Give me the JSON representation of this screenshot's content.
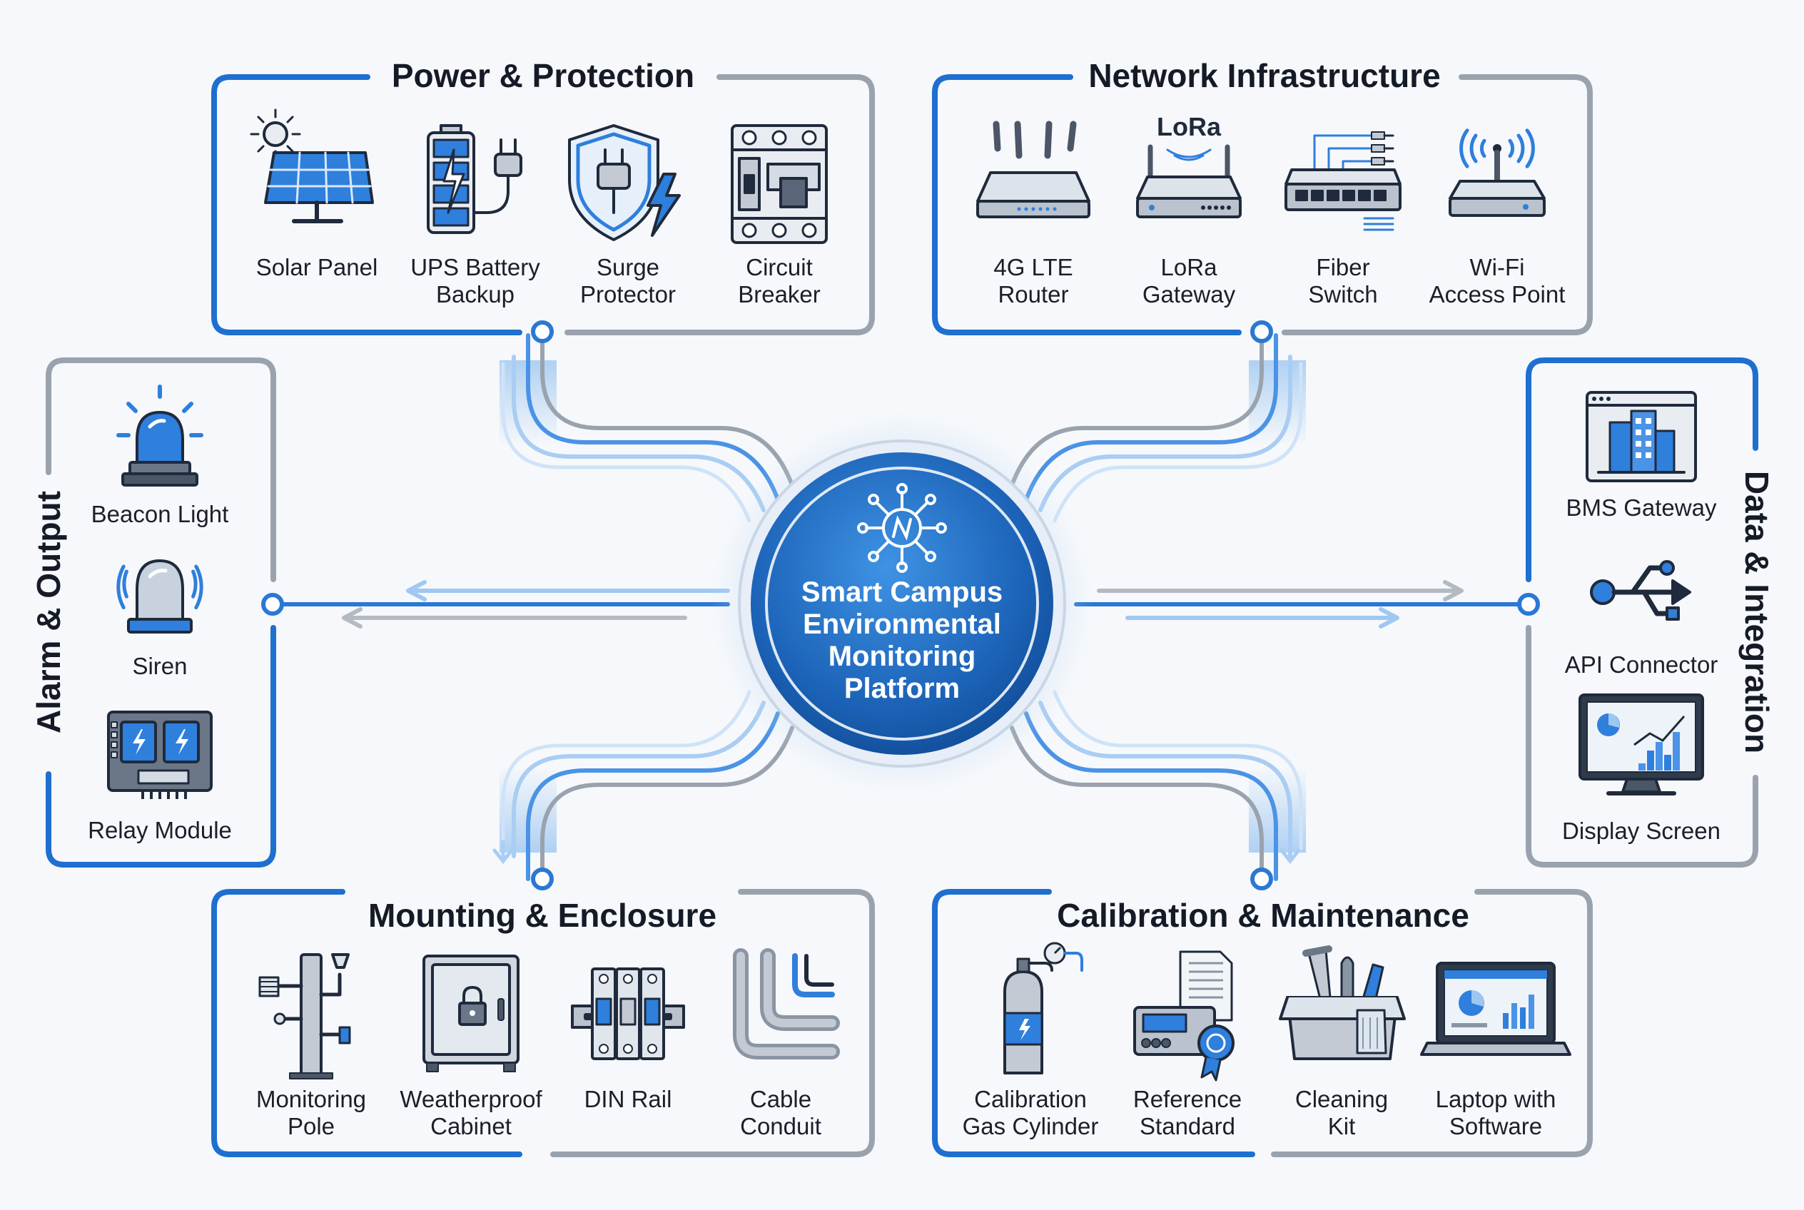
{
  "hub": {
    "lines": [
      "Smart Campus",
      "Environmental",
      "Monitoring",
      "Platform"
    ],
    "icon": "network-hub-icon"
  },
  "colors": {
    "accent": "#1f6fc9",
    "frame_blue": "#1e6fd0",
    "frame_gray": "#9aa3ad",
    "hub_dark": "#1459a8",
    "hub_light": "#3d8de0",
    "text": "#151b26"
  },
  "groups": {
    "power": {
      "title": "Power & Protection",
      "items": [
        {
          "label": [
            "Solar Panel"
          ],
          "icon": "solar-panel-icon"
        },
        {
          "label": [
            "UPS Battery",
            "Backup"
          ],
          "icon": "ups-battery-icon"
        },
        {
          "label": [
            "Surge",
            "Protector"
          ],
          "icon": "surge-protector-icon"
        },
        {
          "label": [
            "Circuit",
            "Breaker"
          ],
          "icon": "circuit-breaker-icon"
        }
      ]
    },
    "network": {
      "title": "Network Infrastructure",
      "items": [
        {
          "label": [
            "4G LTE",
            "Router"
          ],
          "icon": "router-icon"
        },
        {
          "label": [
            "LoRa",
            "Gateway"
          ],
          "icon": "lora-gateway-icon",
          "badge": "LoRa"
        },
        {
          "label": [
            "Fiber",
            "Switch"
          ],
          "icon": "fiber-switch-icon"
        },
        {
          "label": [
            "Wi-Fi",
            "Access Point"
          ],
          "icon": "wifi-access-point-icon"
        }
      ]
    },
    "alarm": {
      "title": "Alarm & Output",
      "items": [
        {
          "label": [
            "Beacon Light"
          ],
          "icon": "beacon-light-icon"
        },
        {
          "label": [
            "Siren"
          ],
          "icon": "siren-icon"
        },
        {
          "label": [
            "Relay Module"
          ],
          "icon": "relay-module-icon"
        }
      ]
    },
    "data": {
      "title": "Data & Integration",
      "items": [
        {
          "label": [
            "BMS Gateway"
          ],
          "icon": "bms-gateway-icon"
        },
        {
          "label": [
            "API Connector"
          ],
          "icon": "api-connector-icon"
        },
        {
          "label": [
            "Display Screen"
          ],
          "icon": "display-screen-icon"
        }
      ]
    },
    "mounting": {
      "title": "Mounting & Enclosure",
      "items": [
        {
          "label": [
            "Monitoring",
            "Pole"
          ],
          "icon": "monitoring-pole-icon"
        },
        {
          "label": [
            "Weatherproof",
            "Cabinet"
          ],
          "icon": "weatherproof-cabinet-icon"
        },
        {
          "label": [
            "DIN Rail"
          ],
          "icon": "din-rail-icon"
        },
        {
          "label": [
            "Cable",
            "Conduit"
          ],
          "icon": "cable-conduit-icon"
        }
      ]
    },
    "calibration": {
      "title": "Calibration & Maintenance",
      "items": [
        {
          "label": [
            "Calibration",
            "Gas Cylinder"
          ],
          "icon": "gas-cylinder-icon"
        },
        {
          "label": [
            "Reference",
            "Standard"
          ],
          "icon": "reference-standard-icon"
        },
        {
          "label": [
            "Cleaning",
            "Kit"
          ],
          "icon": "cleaning-kit-icon"
        },
        {
          "label": [
            "Laptop with",
            "Software"
          ],
          "icon": "laptop-software-icon"
        }
      ]
    }
  }
}
